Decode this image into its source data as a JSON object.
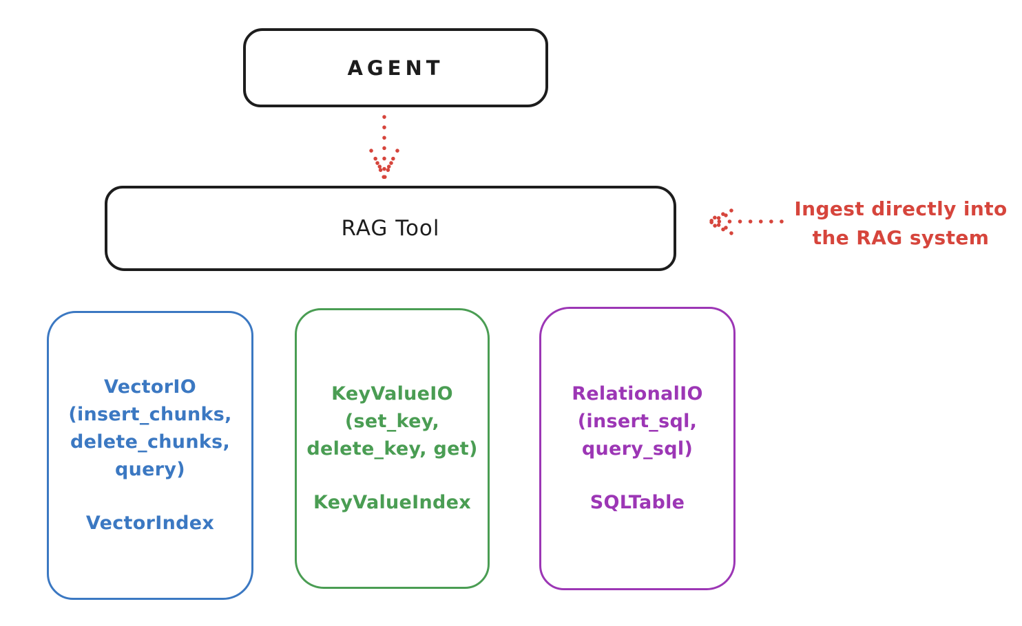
{
  "agent": {
    "label": "AGENT"
  },
  "rag_tool": {
    "label": "RAG Tool"
  },
  "annotation": {
    "line1": "Ingest directly into",
    "line2": "the RAG system",
    "color": "#d6453c"
  },
  "io_boxes": [
    {
      "name": "vector-io",
      "color": "#3b78c2",
      "title_lines": [
        "VectorIO",
        "(insert_chunks,",
        "delete_chunks,",
        "query)"
      ],
      "index_label": "VectorIndex"
    },
    {
      "name": "keyvalue-io",
      "color": "#4a9d53",
      "title_lines": [
        "KeyValueIO",
        "(set_key,",
        "delete_key, get)"
      ],
      "index_label": "KeyValueIndex"
    },
    {
      "name": "relational-io",
      "color": "#9c36b5",
      "title_lines": [
        "RelationalIO",
        "(insert_sql,",
        "query_sql)"
      ],
      "index_label": "SQLTable"
    }
  ],
  "colors": {
    "stroke_black": "#1d1d1d",
    "arrow_red": "#d6453c",
    "vector_blue": "#3b78c2",
    "keyvalue_green": "#4a9d53",
    "relational_purple": "#9c36b5"
  }
}
